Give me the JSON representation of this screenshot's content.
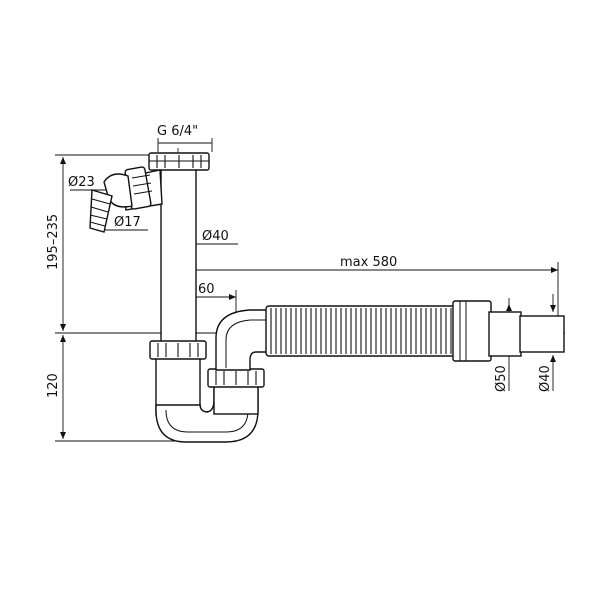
{
  "drawing": {
    "dimensions": {
      "thread": "G 6/4\"",
      "diameter_40_vertical": "Ø40",
      "diameter_23": "Ø23",
      "diameter_17": "Ø17",
      "height_range": "195–235",
      "height_lower": "120",
      "max_length": "max 580",
      "offset_60": "60",
      "diameter_50": "Ø50",
      "diameter_40_outlet": "Ø40"
    }
  }
}
